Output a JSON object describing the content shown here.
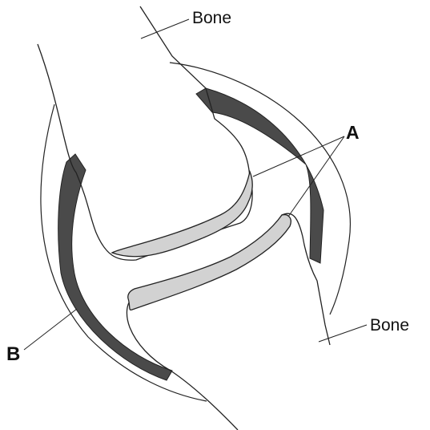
{
  "labels": {
    "bone_top": "Bone",
    "bone_bottom": "Bone",
    "a": "A",
    "b": "B"
  },
  "colors": {
    "outline": "#222222",
    "capsule_dark": "#4a4a4a",
    "cartilage_fill": "#d2d2d2",
    "background": "#ffffff"
  }
}
